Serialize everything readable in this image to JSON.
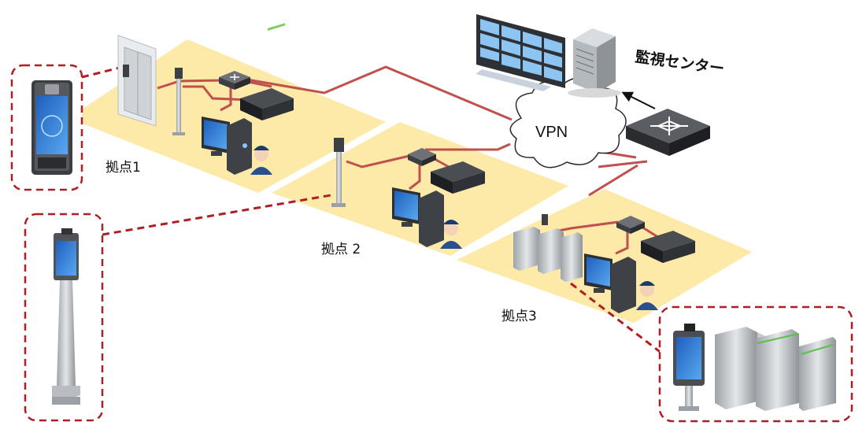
{
  "labels": {
    "site1": "拠点1",
    "site2": "拠点 2",
    "site3": "拠点3",
    "center": "監視センター",
    "vpn": "VPN"
  },
  "colors": {
    "zone": "#fde9a8",
    "link": "#c0504d",
    "callout": "#b01e23"
  }
}
